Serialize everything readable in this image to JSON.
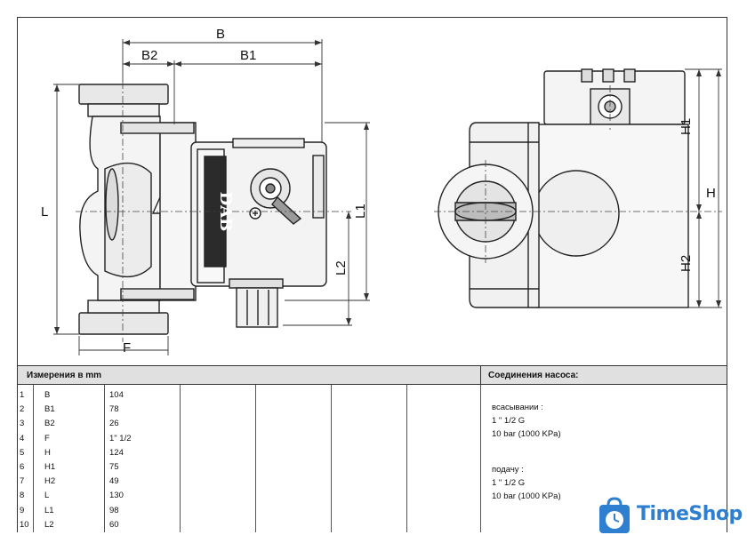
{
  "drawing": {
    "dim_B": "B",
    "dim_B1": "B1",
    "dim_B2": "B2",
    "dim_L": "L",
    "dim_L1": "L1",
    "dim_L2": "L2",
    "dim_F": "F",
    "dim_H": "H",
    "dim_H1": "H1",
    "dim_H2": "H2",
    "brand_plate": "DAB"
  },
  "table": {
    "dimensions_header": "Измерения в  mm",
    "connections_header": "Соединения насоса:",
    "rows": [
      {
        "num": "1",
        "param": "B",
        "value": "104"
      },
      {
        "num": "2",
        "param": "B1",
        "value": "78"
      },
      {
        "num": "3",
        "param": "B2",
        "value": "26"
      },
      {
        "num": "4",
        "param": "F",
        "value": "1\" 1/2"
      },
      {
        "num": "5",
        "param": "H",
        "value": "124"
      },
      {
        "num": "6",
        "param": "H1",
        "value": "75"
      },
      {
        "num": "7",
        "param": "H2",
        "value": "49"
      },
      {
        "num": "8",
        "param": "L",
        "value": "130"
      },
      {
        "num": "9",
        "param": "L1",
        "value": "98"
      },
      {
        "num": "10",
        "param": "L2",
        "value": "60"
      }
    ],
    "connections": {
      "suction_label": "всасывании :",
      "suction_size": "1 \" 1/2 G",
      "suction_pressure": "10 bar (1000 KPa)",
      "delivery_label": "подачу  :",
      "delivery_size": "1 \" 1/2 G",
      "delivery_pressure": "10 bar (1000 KPa)"
    }
  },
  "watermark": {
    "brand": "TimeShop",
    "icon": "clock-bag-icon",
    "color": "#2f7fd0"
  }
}
